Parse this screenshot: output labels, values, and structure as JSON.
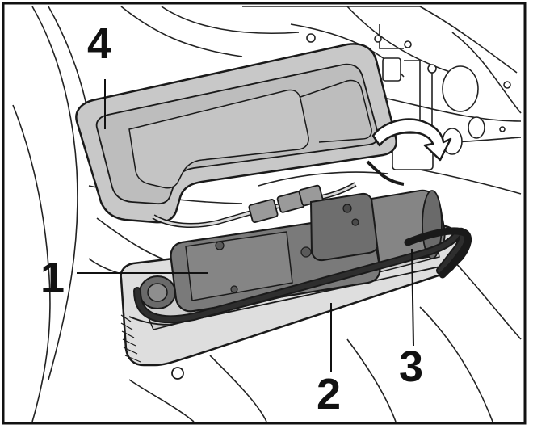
{
  "callouts": [
    {
      "id": "1",
      "label": "1"
    },
    {
      "id": "2",
      "label": "2"
    },
    {
      "id": "3",
      "label": "3"
    },
    {
      "id": "4",
      "label": "4"
    }
  ],
  "colors": {
    "frame": "#111111",
    "outline": "#1a1a1a",
    "lid_fill": "#c8c8c8",
    "tray_fill": "#dedede",
    "pump_fill": "#7a7a7a",
    "pump_dark": "#5a5a5a",
    "strap_fill": "#2e2e2e",
    "background": "#ffffff"
  },
  "icons": {
    "motion_arrow": "curved-arrow-icon"
  }
}
